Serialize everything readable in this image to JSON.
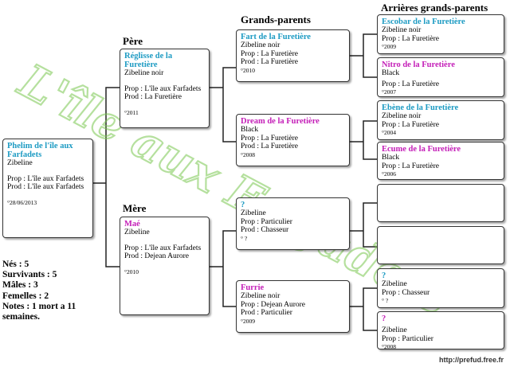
{
  "headers": {
    "pere": "Père",
    "mere": "Mère",
    "grands_parents": "Grands-parents",
    "arrieres": "Arrières grands-parents"
  },
  "subject": {
    "name": "Phelim de l'île aux Farfadets",
    "color": "Zibeline",
    "prop": "Prop : L'île aux Farfadets",
    "prod": "Prod : L'île aux Farfadets",
    "date": "°28/06/2013"
  },
  "father": {
    "name": "Réglisse de la Furetière",
    "color": "Zibeline noir",
    "prop": "Prop : L'île aux Farfadets",
    "prod": "Prod : La Furetière",
    "date": "°2011"
  },
  "mother": {
    "name": "Maé",
    "color": "Zibeline",
    "prop": "Prop : L'île aux Farfadets",
    "prod": "Prod : Dejean Aurore",
    "date": "°2010"
  },
  "grandparents": [
    {
      "name": "Fart de la Furetière",
      "color": "Zibeline  noir",
      "prop": "Prop : La Furetière",
      "prod": "Prod : La Furetière",
      "date": "°2010"
    },
    {
      "name": "Dream de la Furetière",
      "color": "Black",
      "prop": "Prop : La Furetière",
      "prod": "Prod : La Furetière",
      "date": "°2008"
    },
    {
      "name": "?",
      "color": "Zibeline",
      "prop": "Prop : Particulier",
      "prod": "Prod : Chasseur",
      "date": "° ?"
    },
    {
      "name": "Furrie",
      "color": "Zibeline noir",
      "prop": "Prop : Dejean Aurore",
      "prod": "Prod : Particulier",
      "date": "°2009"
    }
  ],
  "great_grandparents": [
    {
      "name": "Escobar de la Furetière",
      "color": "Zibeline  noir",
      "prop": "Prop : La Furetière",
      "date": "°2009"
    },
    {
      "name": "Nitro de la Furetière",
      "color": "Black",
      "prop": "Prop : La Furetière",
      "date": "°2007"
    },
    {
      "name": "Ebène de la Furetière",
      "color": "Zibeline  noir",
      "prop": "Prop : La Furetière",
      "date": "°2004"
    },
    {
      "name": "Ecume de la Furetière",
      "color": "Black",
      "prop": "Prop : La Furetière",
      "date": "°2006"
    },
    {
      "name": "",
      "color": "",
      "prop": "",
      "date": ""
    },
    {
      "name": "",
      "color": "",
      "prop": "",
      "date": ""
    },
    {
      "name": "?",
      "color": "Zibeline",
      "prop": "Prop : Chasseur",
      "date": "° ?"
    },
    {
      "name": "?",
      "color": "Zibeline",
      "prop": "Prop : Particulier",
      "date": "°2008"
    }
  ],
  "stats": {
    "nes": "Nés : 5",
    "survivants": "Survivants : 5",
    "males": "Mâles : 3",
    "femelles": "Femelles : 2",
    "notes": "Notes : 1 mort a 11 semaines."
  },
  "watermark": "L'île aux Farfadets",
  "url": "http://prefud.free.fr",
  "colors": {
    "male_name": "#1d9bc3",
    "female_name": "#c41fb8",
    "watermark": "#7ac74f"
  }
}
